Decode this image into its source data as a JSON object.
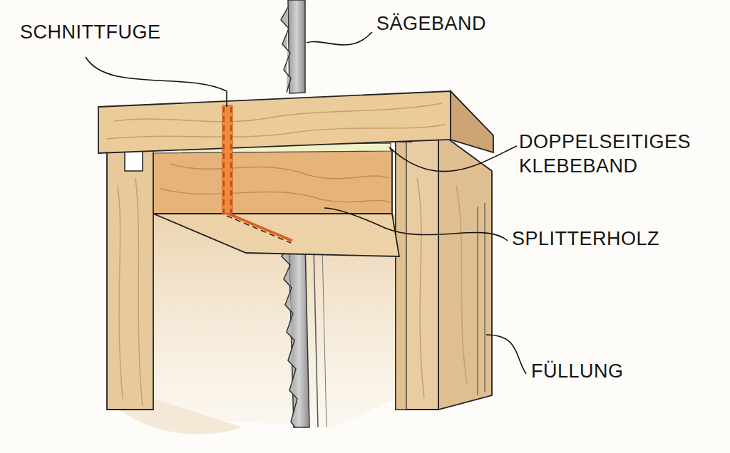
{
  "diagram": {
    "labels": [
      "SCHNITTFUGE",
      "SÄGEBAND",
      "DOPPELSEITIGES KLEBEBAND",
      "SPLITTERHOLZ",
      "FÜLLUNG"
    ]
  }
}
